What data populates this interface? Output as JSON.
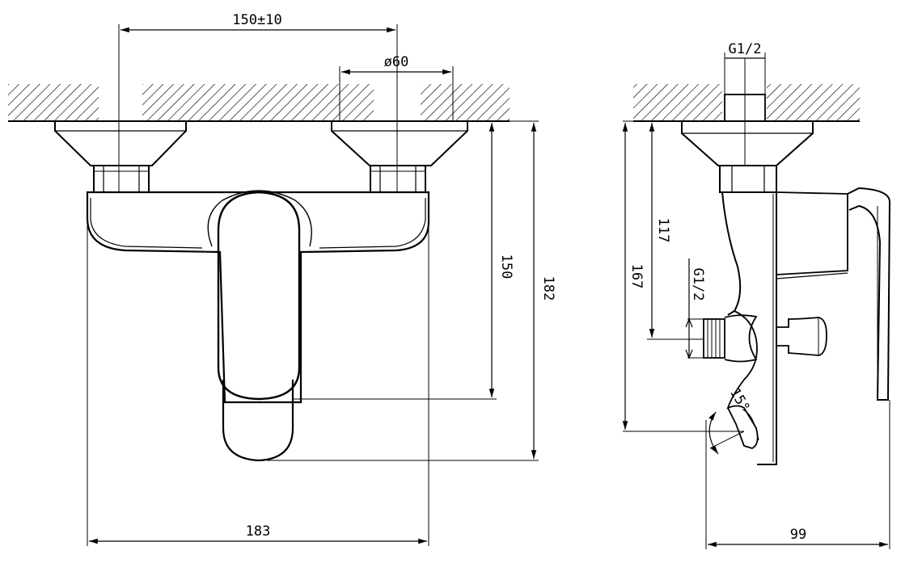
{
  "front_view": {
    "dim_spacing": "150±10",
    "dim_flange_diameter": "ø60",
    "dim_height_inner": "150",
    "dim_height_outer": "182",
    "dim_width": "183"
  },
  "side_view": {
    "dim_inlet_thread": "G1/2",
    "dim_outlet_thread": "G1/2",
    "dim_outlet_height": "117",
    "dim_spout_height": "167",
    "dim_spout_angle": "15°",
    "dim_depth": "99"
  }
}
